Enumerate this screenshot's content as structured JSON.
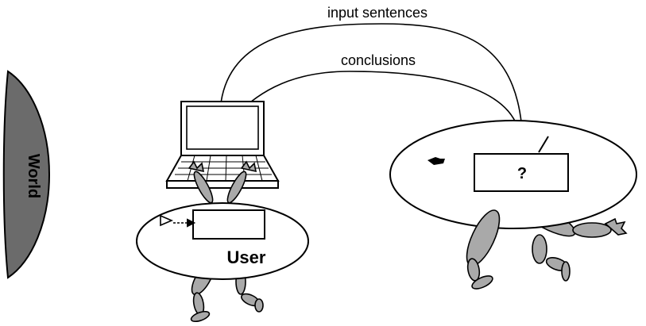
{
  "labels": {
    "input": "input sentences",
    "conclusions": "conclusions",
    "user": "User",
    "question": "?",
    "world": "World"
  },
  "colors": {
    "world_fill": "#6b6b6b",
    "limb_fill": "#a9a9a9",
    "stroke": "#000000"
  }
}
